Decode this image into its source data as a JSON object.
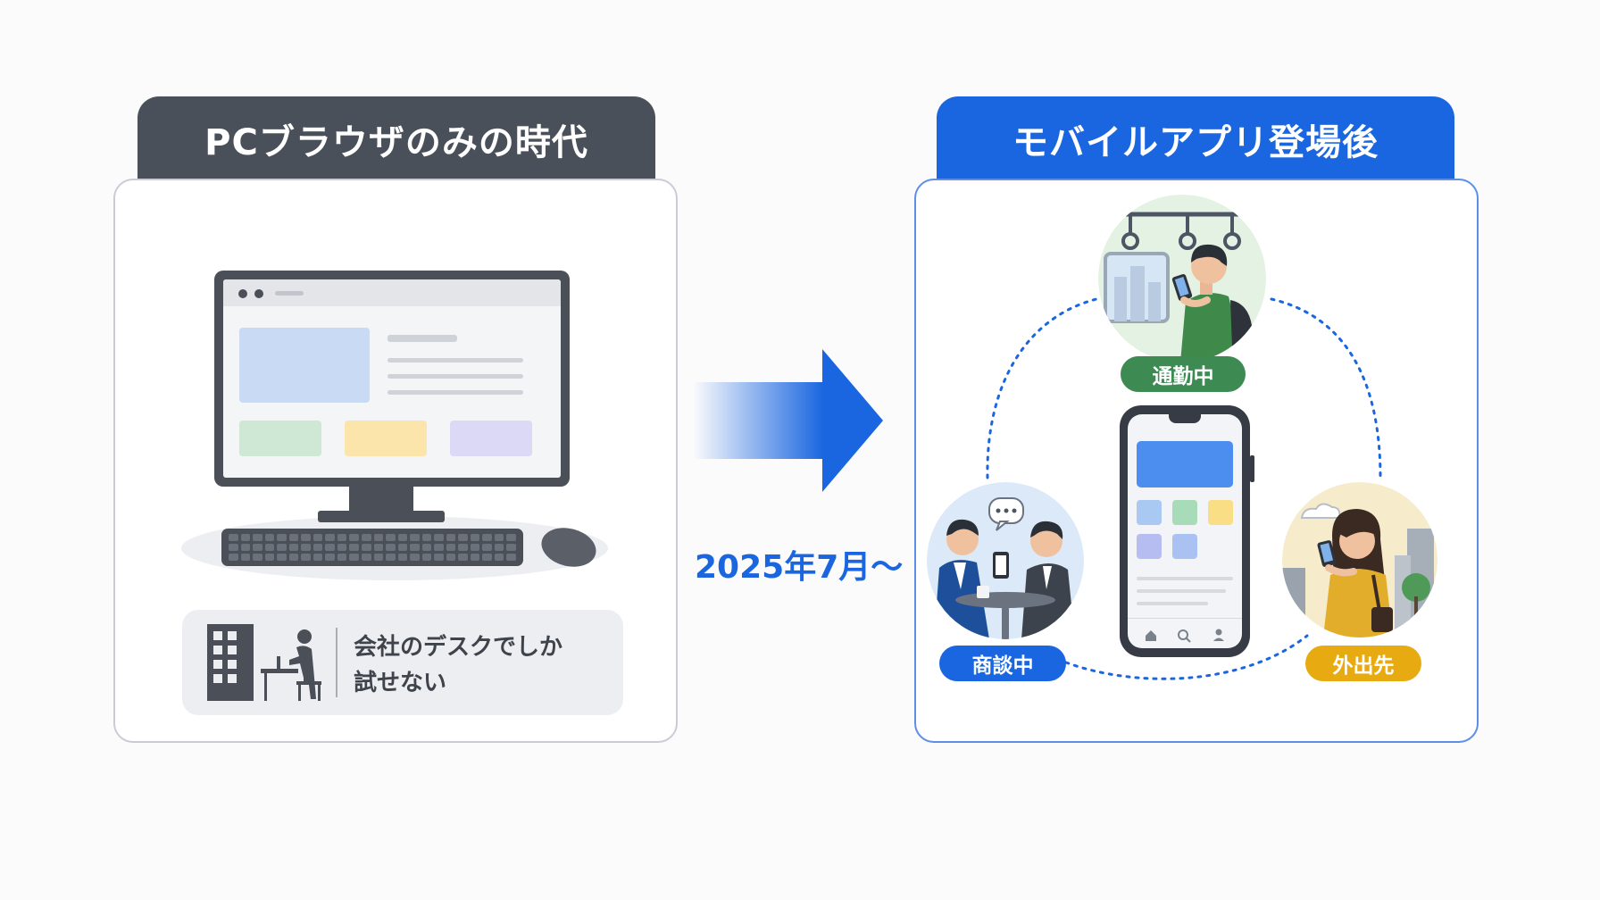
{
  "left_panel": {
    "title": "PCブラウザのみの時代",
    "note_line1": "会社のデスクでしか",
    "note_line2": "試せない"
  },
  "transition": {
    "label": "2025年7月〜"
  },
  "right_panel": {
    "title": "モバイルアプリ登場後",
    "scenes": [
      {
        "label": "通勤中",
        "color": "#3d8a52"
      },
      {
        "label": "商談中",
        "color": "#1a66e0"
      },
      {
        "label": "外出先",
        "color": "#e7ab11"
      }
    ]
  },
  "colors": {
    "left_accent": "#4a5059",
    "right_accent": "#1a66e0"
  }
}
